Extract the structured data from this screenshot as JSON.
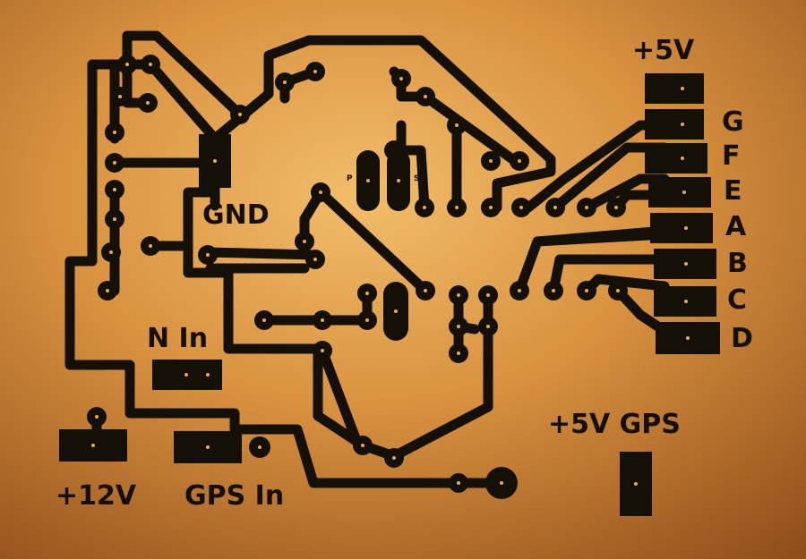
{
  "labels": {
    "plus5v": "+5V",
    "g": "G",
    "f": "F",
    "e": "E",
    "a": "A",
    "b": "B",
    "c": "C",
    "d": "D",
    "gnd": "GND",
    "n_in": "N In",
    "plus12v": "+12V",
    "gps_in": "GPS In",
    "plus5v_gps": "+5V GPS",
    "p": "P",
    "s": "S"
  },
  "colors": {
    "copper_light": "#f2b964",
    "copper_mid": "#c8782c",
    "copper_dark": "#8a4a18",
    "trace": "#141008"
  }
}
